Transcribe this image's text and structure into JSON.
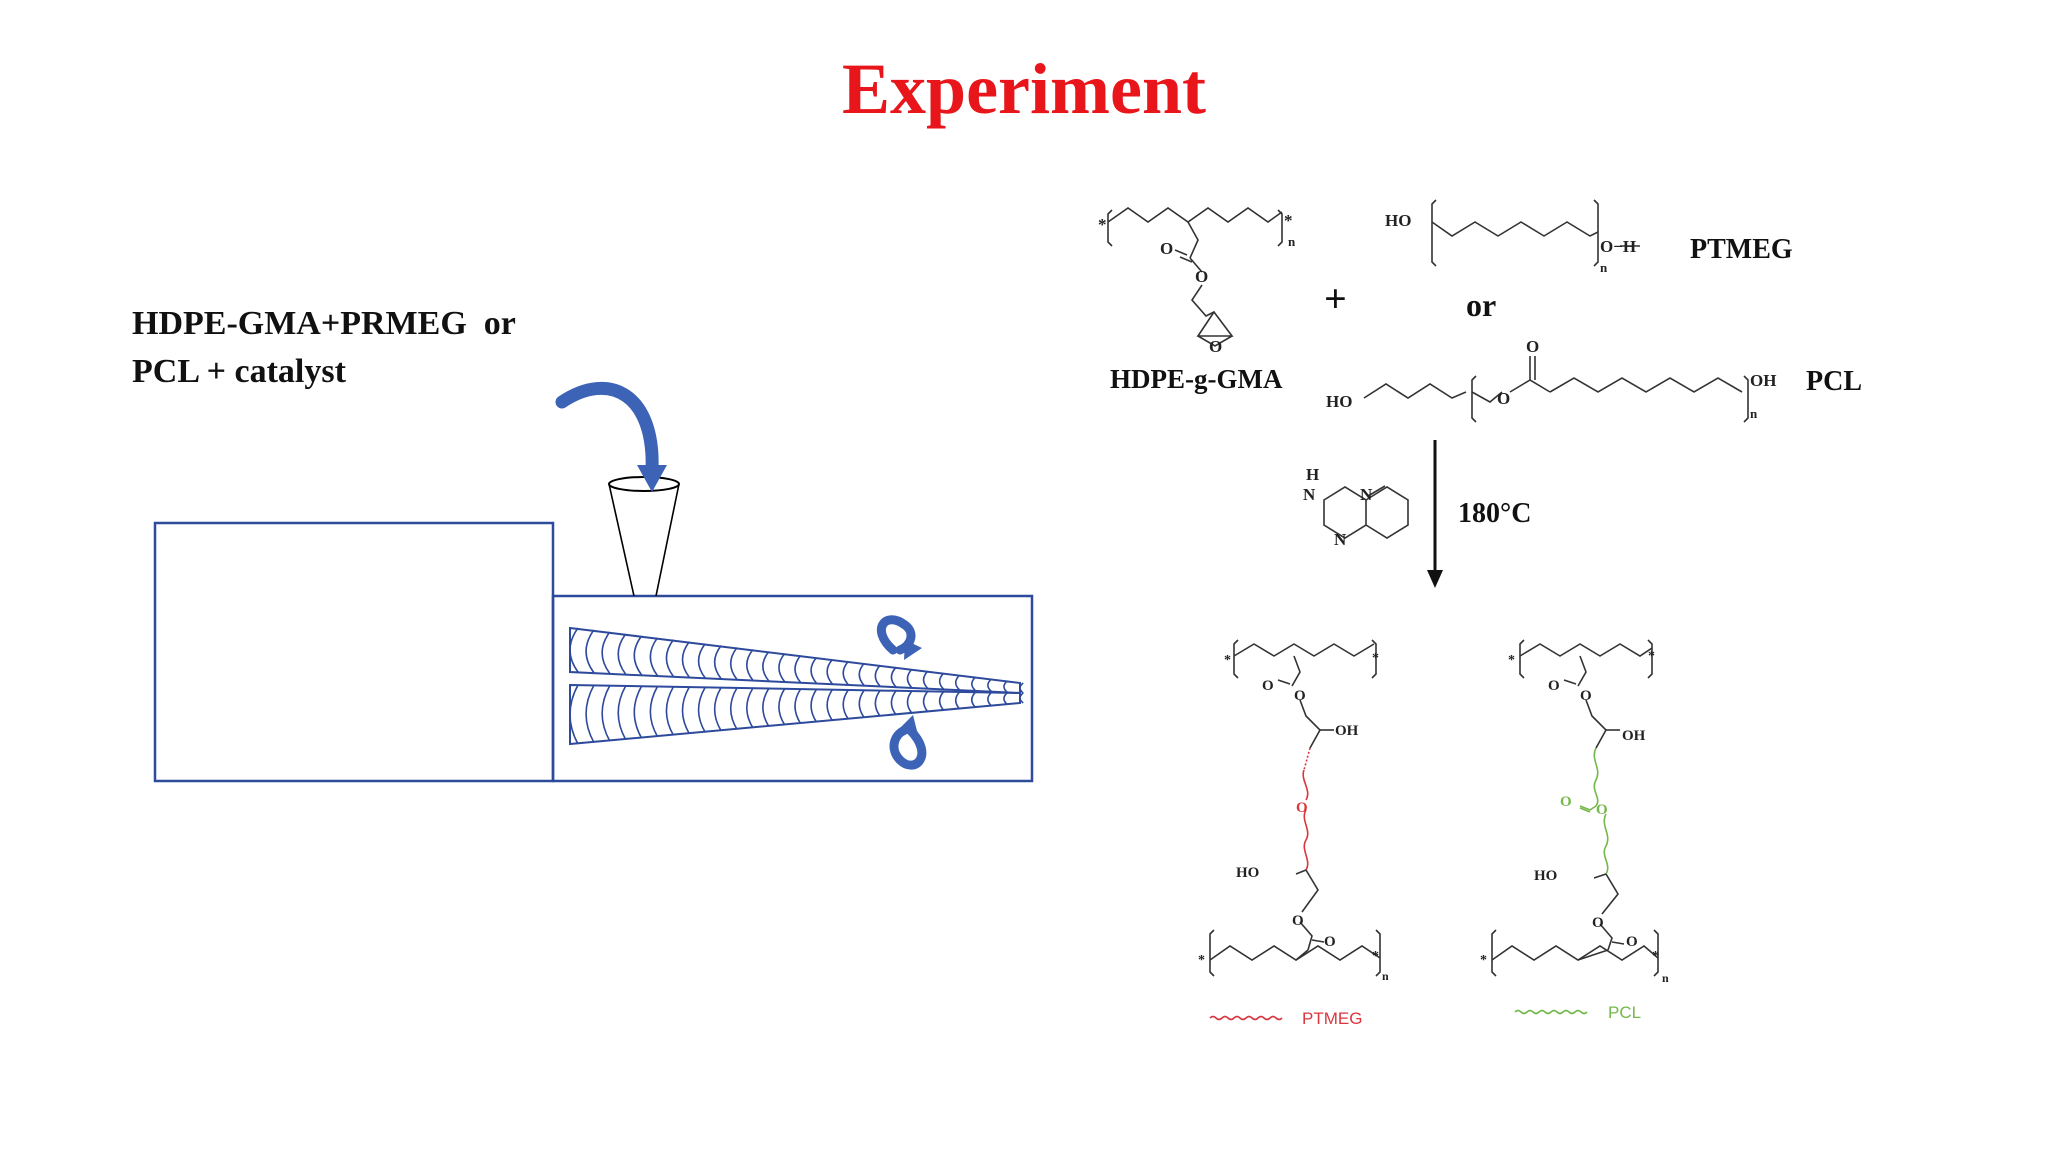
{
  "title": {
    "text": "Experiment",
    "color": "#e8161b"
  },
  "extruder": {
    "feed_label": "HDPE-GMA+PRMEG  or\nPCL + catalyst",
    "line_color": "#2e4a9c",
    "arrow_color": "#3d63b6"
  },
  "reaction": {
    "reactant_hdpe_label": "HDPE-g-GMA",
    "reactant_ptmeg_label": "PTMEG",
    "reactant_pcl_label": "PCL",
    "plus": "+",
    "or": "or",
    "condition": "180°C",
    "atoms": {
      "ho": "HO",
      "oh": "OH",
      "o": "O",
      "oh_h": "O−H",
      "n": "n",
      "h": "H",
      "n_atom": "N",
      "star": "*"
    },
    "legend": [
      {
        "label": "PTMEG",
        "color": "#d9363e"
      },
      {
        "label": "PCL",
        "color": "#74b84a"
      }
    ]
  }
}
